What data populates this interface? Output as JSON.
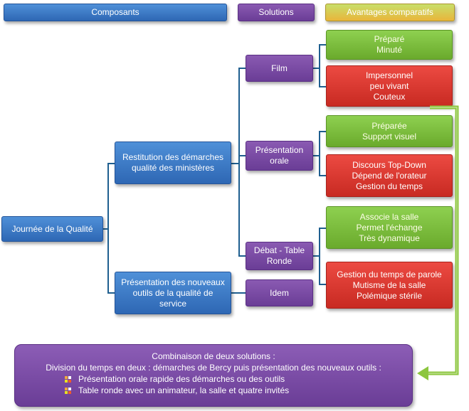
{
  "headers": {
    "composants": "Composants",
    "solutions": "Solutions",
    "avantages": "Avantages comparatifs"
  },
  "root": "Journée de la Qualité",
  "components": [
    "Restitution des démarches qualité des ministères",
    "Présentation des nouveaux outils de la qualité de service"
  ],
  "solutions": [
    "Film",
    "Présentation orale",
    "Débat - Table Ronde",
    "Idem"
  ],
  "advantages": {
    "film_pros": [
      "Préparé",
      "Minuté"
    ],
    "film_cons": [
      "Impersonnel",
      "peu vivant",
      "Couteux"
    ],
    "oral_pros": [
      "Préparée",
      "Support visuel"
    ],
    "oral_cons": [
      "Discours Top-Down",
      "Dépend de l'orateur",
      "Gestion du temps"
    ],
    "debat_pros": [
      "Associe la salle",
      "Permet l'échange",
      "Très dynamique"
    ],
    "debat_cons": [
      "Gestion du temps de parole",
      "Mutisme de la salle",
      "Polémique stérile"
    ]
  },
  "summary": {
    "title": "Combinaison de deux solutions :",
    "subtitle": "Division du temps en deux : démarches de Bercy puis présentation des nouveaux outils :",
    "items": [
      "Présentation orale rapide des démarches ou des outils",
      "Table ronde avec un animateur, la salle et quatre invités"
    ]
  },
  "colors": {
    "blue": "#3a78c6",
    "purple": "#7a4aa6",
    "green": "#7cc03e",
    "red": "#d93a32",
    "connector": "#1f5f8f",
    "arrow": "#8cc63e"
  }
}
